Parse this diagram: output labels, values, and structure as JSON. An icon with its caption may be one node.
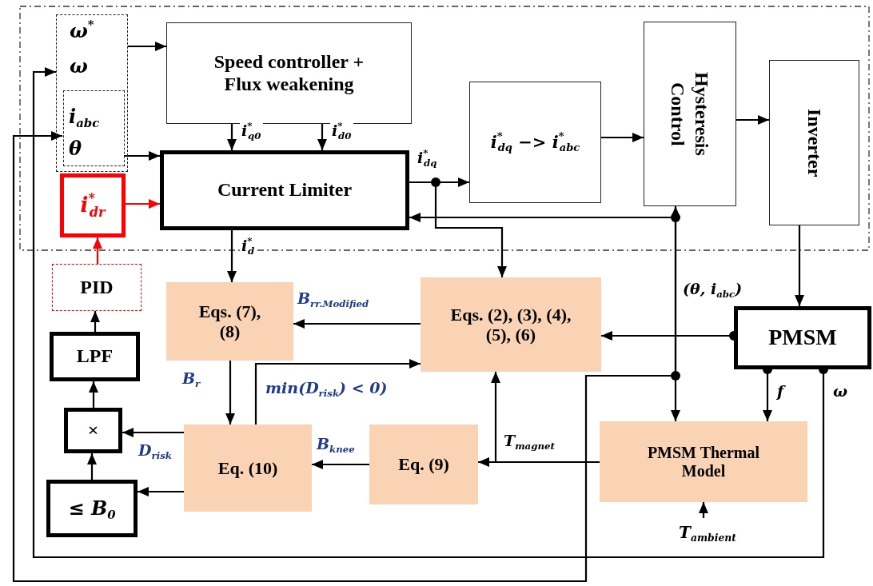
{
  "diagram": {
    "nodes": [
      {
        "text": [
          "ω$^{*}$",
          "ω"
        ]
      },
      {
        "text": [
          "i$_{abc}$",
          "θ"
        ],
        "in": 0
      },
      {
        "text": [
          "Speed controller + Flux weakening"
        ]
      },
      {
        "text": [
          "i$^{*}$$_{dq}$ −> i$^{*}$$_{abc}$"
        ]
      },
      {
        "text": [
          "Hysteresis Control"
        ]
      },
      {
        "text": [
          "Inverter"
        ]
      },
      {
        "text": [
          "Current Limiter"
        ]
      },
      {
        "text": [
          "i$^{*}$$_{dr}$"
        ]
      },
      {
        "text": [
          "PID"
        ]
      },
      {
        "text": [
          "Eqs. (7), (8)"
        ]
      },
      {
        "text": [
          "Eqs. (2), (3), (4), (5), (6)"
        ]
      },
      {
        "text": [
          "PMSM"
        ]
      },
      {
        "text": [
          "LPF"
        ]
      },
      {
        "text": [
          "×"
        ]
      },
      {
        "text": [
          "Eq. (10)"
        ]
      },
      {
        "text": [
          "Eq. (9)"
        ]
      },
      {
        "text": [
          "PMSM Thermal Model"
        ]
      },
      {
        "text": [
          "≤ B$_{0}$"
        ]
      },
      {
        "text": [
          "T$_{ambient}$"
        ]
      }
    ],
    "edges": [
      {
        "from": 0,
        "to": 2,
        "arrow": "to"
      },
      {
        "from": 1,
        "to": 6,
        "arrow": "to"
      },
      {
        "from": 2,
        "to": 6,
        "arrow": "to",
        "label": "i$^{*}$$_{q0}$"
      },
      {
        "from": 2,
        "to": 6,
        "arrow": "to",
        "label": "i$^{*}$$_{d0}$"
      },
      {
        "from": 7,
        "to": 6,
        "arrow": "to",
        "color": "#ff0000"
      },
      {
        "from": 8,
        "to": 7,
        "arrow": "to",
        "color": "#ff0000"
      },
      {
        "from": 12,
        "to": 8,
        "arrow": "to"
      },
      {
        "from": 13,
        "to": 12,
        "arrow": "to"
      },
      {
        "from": 17,
        "to": 13,
        "arrow": "to"
      },
      {
        "from": 14,
        "to": 13,
        "arrow": "to",
        "label": "D$_{risk}$"
      },
      {
        "from": 14,
        "to": 17,
        "arrow": "to"
      },
      {
        "from": 6,
        "to": 3,
        "arrow": "to",
        "label": "i$^{*}$$_{dq}$"
      },
      {
        "from": 6,
        "to": 10,
        "arrow": "to"
      },
      {
        "from": 6,
        "to": 9,
        "arrow": "to",
        "label": "i$^{*}$$_{d}$"
      },
      {
        "from": 3,
        "to": 4,
        "arrow": "to"
      },
      {
        "from": 4,
        "to": 5,
        "arrow": "to"
      },
      {
        "from": 5,
        "to": 11,
        "arrow": "to"
      },
      {
        "from": 11,
        "to": 10,
        "arrow": "to"
      },
      {
        "from": 11,
        "to": 4,
        "arrow": "to"
      },
      {
        "from": 11,
        "to": 6,
        "arrow": "to"
      },
      {
        "from": 11,
        "to": 16,
        "arrow": "to"
      },
      {
        "from": 11,
        "to": 16,
        "arrow": "to",
        "label": "f"
      },
      {
        "from": 11,
        "to": 1,
        "arrow": "to"
      },
      {
        "from": 11,
        "to": 0,
        "arrow": "to",
        "label": "ω"
      },
      {
        "from": 16,
        "to": 15,
        "arrow": "to",
        "label": "T$_{magnet}$"
      },
      {
        "from": 16,
        "to": 10,
        "arrow": "to"
      },
      {
        "from": 15,
        "to": 14,
        "arrow": "to",
        "label": "B$_{knee}$"
      },
      {
        "from": 10,
        "to": 9,
        "arrow": "to",
        "label": "B$_{rr.Modified}$"
      },
      {
        "from": 9,
        "to": 14,
        "arrow": "to",
        "label": "B$_{r}$"
      },
      {
        "from": 14,
        "to": 10,
        "arrow": "to",
        "label": "min(D$_{risk}$) < 0)"
      },
      {
        "from": 18,
        "to": 16,
        "arrow": "to"
      }
    ],
    "labels": [
      "(θ, i$_{abc}$)"
    ]
  }
}
